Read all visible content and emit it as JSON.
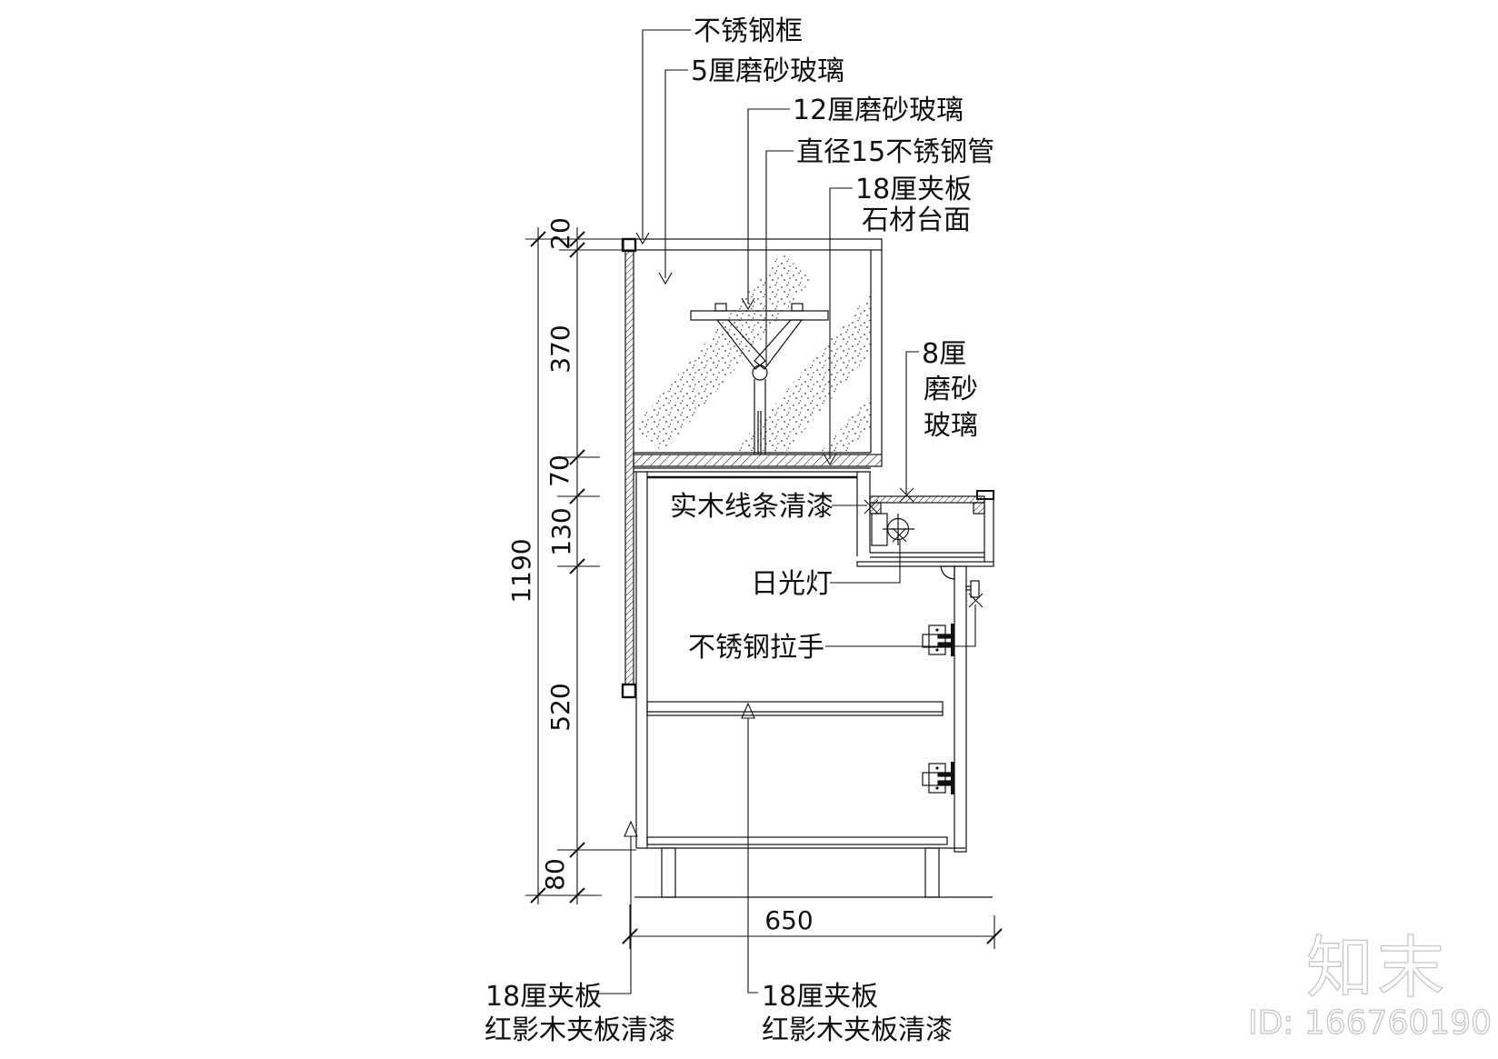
{
  "drawing": {
    "type": "cabinet-counter-section-detail",
    "line_color": "#111111",
    "background": "#ffffff",
    "watermark_color": "#c6c6c6"
  },
  "callouts": {
    "stainless_frame": "不锈钢框",
    "frosted_glass_5mm": "5厘磨砂玻璃",
    "frosted_glass_12mm": "12厘磨砂玻璃",
    "steel_pipe_dia15": "直径15不锈钢管",
    "plywood_18_top_line1": "18厘夹板",
    "plywood_18_top_line2": "石材台面",
    "frosted_glass_8_line1": "8厘",
    "frosted_glass_8_line2": "磨砂",
    "frosted_glass_8_line3": "玻璃",
    "wood_trim_varnish": "实木线条清漆",
    "fluorescent_lamp": "日光灯",
    "stainless_handle": "不锈钢拉手",
    "plywood_18_bottom_left_line1": "18厘夹板",
    "plywood_18_bottom_left_line2": "红影木夹板清漆",
    "plywood_18_bottom_mid_line1": "18厘夹板",
    "plywood_18_bottom_mid_line2": "红影木夹板清漆"
  },
  "dimensions": {
    "seg_20": "20",
    "seg_370": "370",
    "seg_70": "70",
    "seg_130": "130",
    "seg_520": "520",
    "seg_80": "80",
    "total_height": "1190",
    "total_depth": "650"
  },
  "watermark": {
    "logo": "知末",
    "id_text": "ID: 166760190"
  }
}
